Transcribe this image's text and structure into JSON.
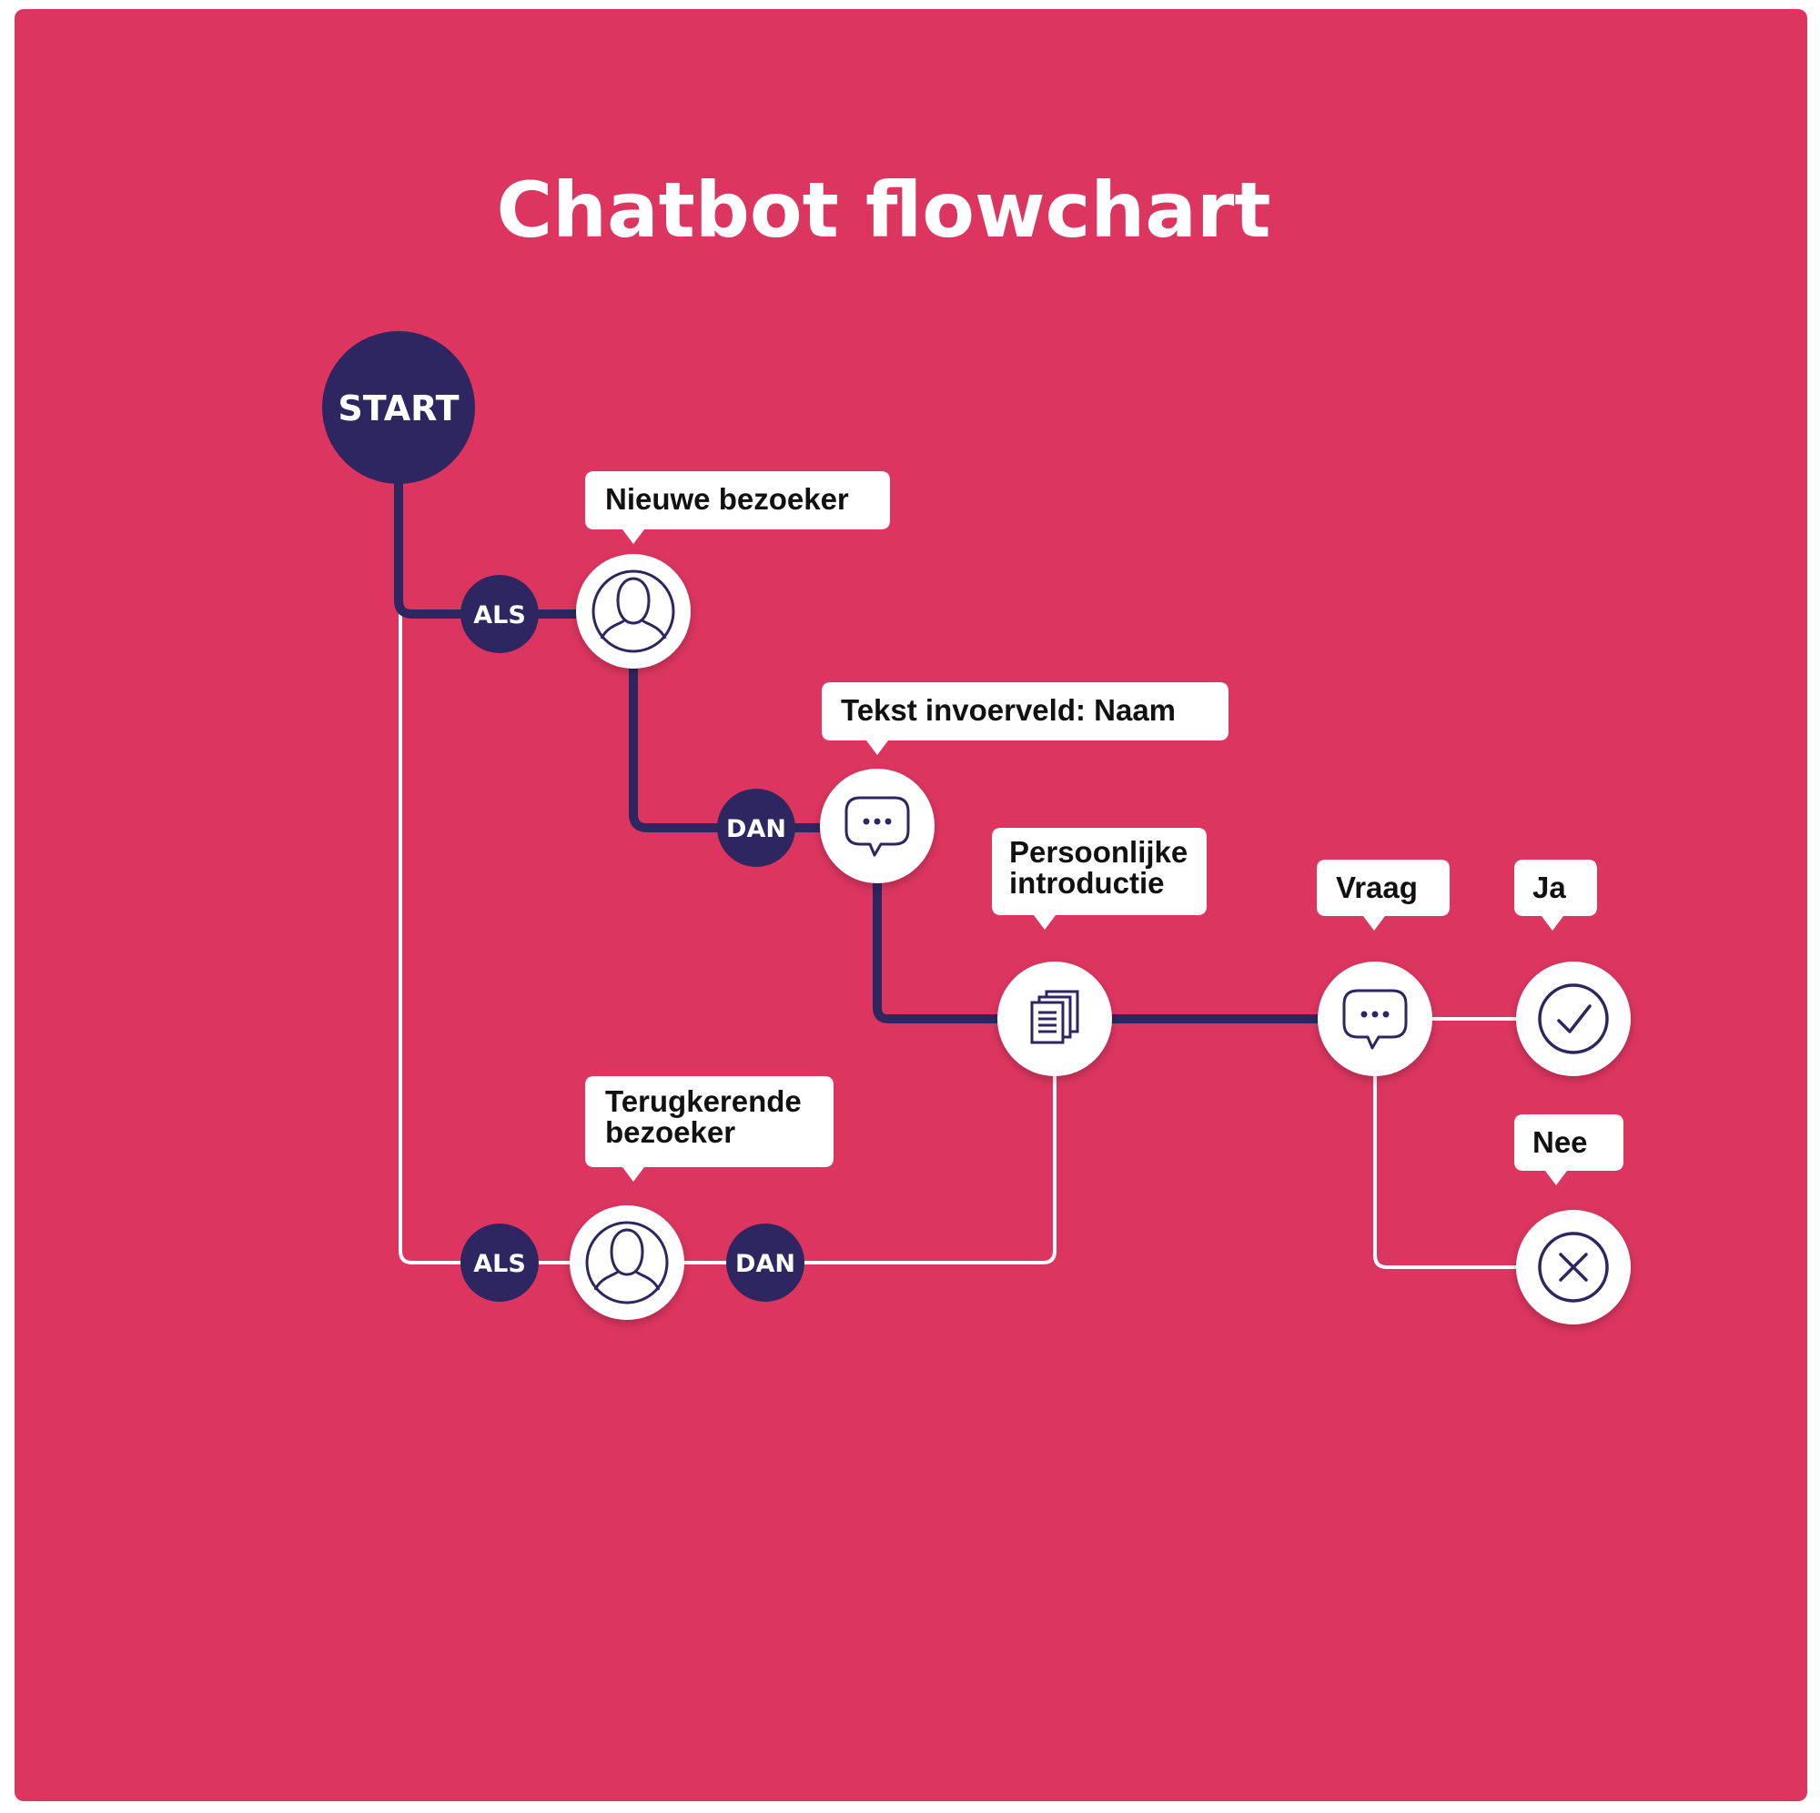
{
  "title": "Chatbot flowchart",
  "colors": {
    "background": "#dc3560",
    "navy": "#2d2660",
    "white": "#ffffff"
  },
  "start": {
    "label": "START"
  },
  "connectors": {
    "als_top": "ALS",
    "dan_top": "DAN",
    "als_bottom": "ALS",
    "dan_bottom": "DAN"
  },
  "nodes": {
    "new_visitor": {
      "label": "Nieuwe bezoeker",
      "icon": "user-icon"
    },
    "text_input": {
      "label": "Tekst invoerveld: Naam",
      "icon": "chat-bubble-icon"
    },
    "personal_intro": {
      "label_line1": "Persoonlijke",
      "label_line2": "introductie",
      "icon": "documents-icon"
    },
    "question": {
      "label": "Vraag",
      "icon": "chat-bubble-icon"
    },
    "yes": {
      "label": "Ja",
      "icon": "checkmark-icon"
    },
    "no": {
      "label": "Nee",
      "icon": "cross-icon"
    },
    "returning_visitor": {
      "label_line1": "Terugkerende",
      "label_line2": "bezoeker",
      "icon": "user-icon"
    }
  }
}
